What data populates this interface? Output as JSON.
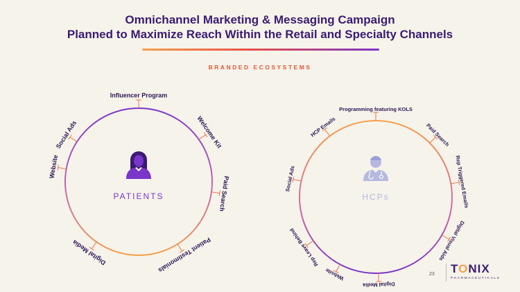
{
  "header": {
    "title_line1": "Omnichannel Marketing & Messaging Campaign",
    "title_line2": "Planned to Maximize Reach Within the Retail and Specialty Channels",
    "subtitle": "BRANDED ECOSYSTEMS"
  },
  "colors": {
    "brand_dark": "#3a1b72",
    "accent_orange": "#f5a04a",
    "accent_red": "#e8504a",
    "accent_purple": "#7a35c9",
    "hcp_label": "#b5b8e0",
    "background": "#f6f3ea"
  },
  "patients": {
    "label": "PATIENTS",
    "icon": "female-person-icon",
    "segments": [
      "Influencer Program",
      "Welcome Kit",
      "Paid Search",
      "Patient Testimonials",
      "Digital Media",
      "Website",
      "Social Ads"
    ]
  },
  "hcps": {
    "label": "HCPs",
    "icon": "doctor-icon",
    "segments": [
      "Programming featuring KOLS",
      "Paid Search",
      "Rep Triggered Emails",
      "Digital Visual Aids",
      "Digital Media",
      "Website",
      "Rep Leave Behind",
      "Social Ads",
      "HCP Emails"
    ]
  },
  "footer": {
    "page_number": "23",
    "logo": "TONIX",
    "logo_sub": "PHARMACEUTICALS"
  }
}
